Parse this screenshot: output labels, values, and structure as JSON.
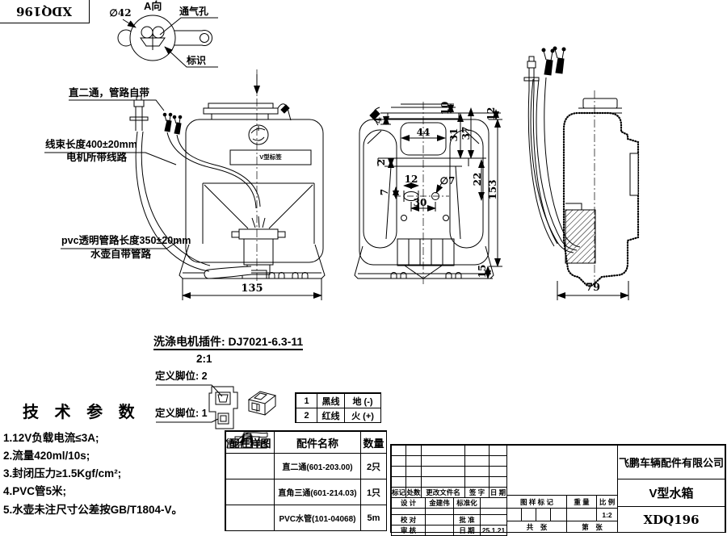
{
  "sheet": {
    "flipped_drawing_no": "XDQ196"
  },
  "detail_a": {
    "title": "A向",
    "dia": "∅42",
    "vent": "通气孔",
    "mark": "标识"
  },
  "annotations": {
    "fitting": "直二通，管路自带",
    "harness1": "线束长度400±20mm",
    "harness2": "电机所带线路",
    "pvc1": "pvc透明管路长度350±20mm",
    "pvc2": "水壶自带管路"
  },
  "front_view": {
    "label": "V型标签",
    "dim_width": "135"
  },
  "rear_view": {
    "d44": "44",
    "d10": "10",
    "d4": "4",
    "d31": "31",
    "d37": "37",
    "d12r": "12",
    "d2": "2",
    "d12": "12",
    "d7": "7",
    "dia7": "∅7",
    "d22": "22",
    "d30": "30",
    "d153": "153",
    "d15": "15"
  },
  "side_view": {
    "dim_width": "79"
  },
  "connector": {
    "title": "洗涤电机插件: DJ7021-6.3-11",
    "scale": "2:1",
    "pin2": "定义脚位: 2",
    "pin1": "定义脚位: 1",
    "pins": [
      {
        "no": "1",
        "wire": "黑线",
        "signal": "地 (-)"
      },
      {
        "no": "2",
        "wire": "红线",
        "signal": "火 (+)"
      }
    ]
  },
  "tech": {
    "title": "技 术 参 数",
    "items": [
      "1.12V负载电流≤3A;",
      "2.流量420ml/10s;",
      "3.封闭压力≥1.5Kgf/cm²;",
      "4.PVC管5米;",
      "5.水壶未注尺寸公差按GB/T1804-V。"
    ]
  },
  "parts": {
    "headers": [
      "配件样图",
      "配件名称",
      "数量"
    ],
    "rows": [
      {
        "icon": "straight-union",
        "name": "直二通(601-203.00)",
        "qty": "2只"
      },
      {
        "icon": "tee-union",
        "name": "直角三通(601-214.03)",
        "qty": "1只"
      },
      {
        "icon": "pvc-hose",
        "name": "PVC水管(101-04068)",
        "qty": "5m"
      }
    ]
  },
  "title_block": {
    "rev_headers": [
      "标记",
      "处数",
      "更改文件名",
      "签 字",
      "日 期"
    ],
    "design_label": "设 计",
    "designer": "金建伟",
    "standard_label": "标准化",
    "check_label": "校 对",
    "approve_label": "批 准",
    "audit_label": "审 核",
    "date_label": "日 期",
    "date": "25.1.21",
    "stamp_label": "图 样 标 记",
    "weight_label": "重 量",
    "scale_label": "比 例",
    "scale": "1:2",
    "total_label": "共　张",
    "sheet_label": "第　张",
    "company": "飞鹏车辆配件有限公司",
    "part_name": "V型水箱",
    "drawing_no": "XDQ196"
  }
}
